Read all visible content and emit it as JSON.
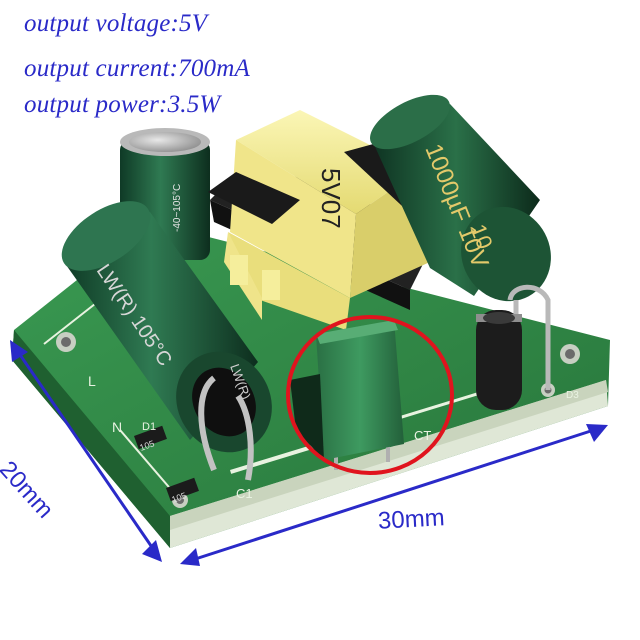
{
  "specs": [
    "output voltage:5V",
    "output current:700mA",
    "output power:3.5W"
  ],
  "dimensions": {
    "width_label": "30mm",
    "depth_label": "20mm"
  },
  "components": {
    "transformer_label": "5V07",
    "cap_left_label": "LW(R) 105°C",
    "cap_left_side_label": "LW(R)",
    "cap_small_label": "-40~105°C",
    "cap_right_label": "1000µF 10V",
    "cap_right_label_2": "10",
    "resistor_label_1": "105",
    "resistor_label_2": "105",
    "silk_ct": "CT",
    "silk_c1": "C1",
    "silk_d1": "D1",
    "silk_n": "N",
    "silk_l": "L",
    "silk_d3": "D3"
  },
  "colors": {
    "annotation": "#2a2ac8",
    "pcb": "#2f8f47",
    "capacitor": "#1f5a3a",
    "transformer_bobbin": "#f2ec92",
    "transformer_core": "#1b1b1b",
    "highlight_circle": "#e0141e",
    "film_capacitor": "#2e7d4a"
  }
}
